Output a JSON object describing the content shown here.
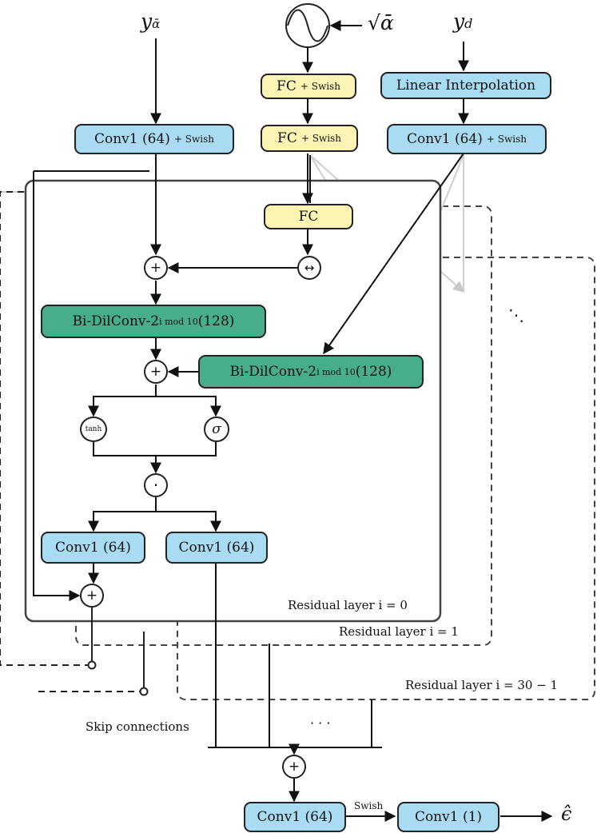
{
  "inputs": {
    "y_alpha_base": "y",
    "y_alpha_sub": "ᾱ",
    "y_d_base": "y",
    "y_d_sub": "d",
    "sqrt_alpha": "√ᾱ"
  },
  "blocks": {
    "conv1_64_swish_left": {
      "main": "Conv1 (64)",
      "sub": "+ Swish"
    },
    "fc_swish_1": {
      "main": "FC",
      "sub": "+ Swish"
    },
    "fc_swish_2": {
      "main": "FC",
      "sub": "+ Swish"
    },
    "linear_interpolation": {
      "main": "Linear Interpolation"
    },
    "conv1_64_swish_right": {
      "main": "Conv1 (64)",
      "sub": "+ Swish"
    },
    "fc_inner": {
      "main": "FC"
    },
    "bidilconv_1": {
      "main": "Bi-DilConv-2",
      "sup": "i mod 10",
      "suffix": " (128)"
    },
    "bidilconv_2": {
      "main": "Bi-DilConv-2",
      "sup": "i mod 10",
      "suffix": " (128)"
    },
    "conv1_64_left": {
      "main": "Conv1 (64)"
    },
    "conv1_64_right": {
      "main": "Conv1 (64)"
    },
    "conv1_64_out": {
      "main": "Conv1 (64)"
    },
    "conv1_1_out": {
      "main": "Conv1 (1)"
    }
  },
  "operators": {
    "add_1": "+",
    "transpose": "↔",
    "add_2": "+",
    "tanh": "tanh",
    "sigma": "σ",
    "mul": "·",
    "add_residual": "+",
    "add_skip": "+"
  },
  "labels": {
    "residual_0": "Residual layer i = 0",
    "residual_1": "Residual layer i = 1",
    "residual_last": "Residual layer i = 30 − 1",
    "skip_connections": "Skip connections",
    "swish": "Swish",
    "ellipsis_h": "· · ·",
    "ellipsis_d": "⋱",
    "output": "ϵ̂"
  }
}
